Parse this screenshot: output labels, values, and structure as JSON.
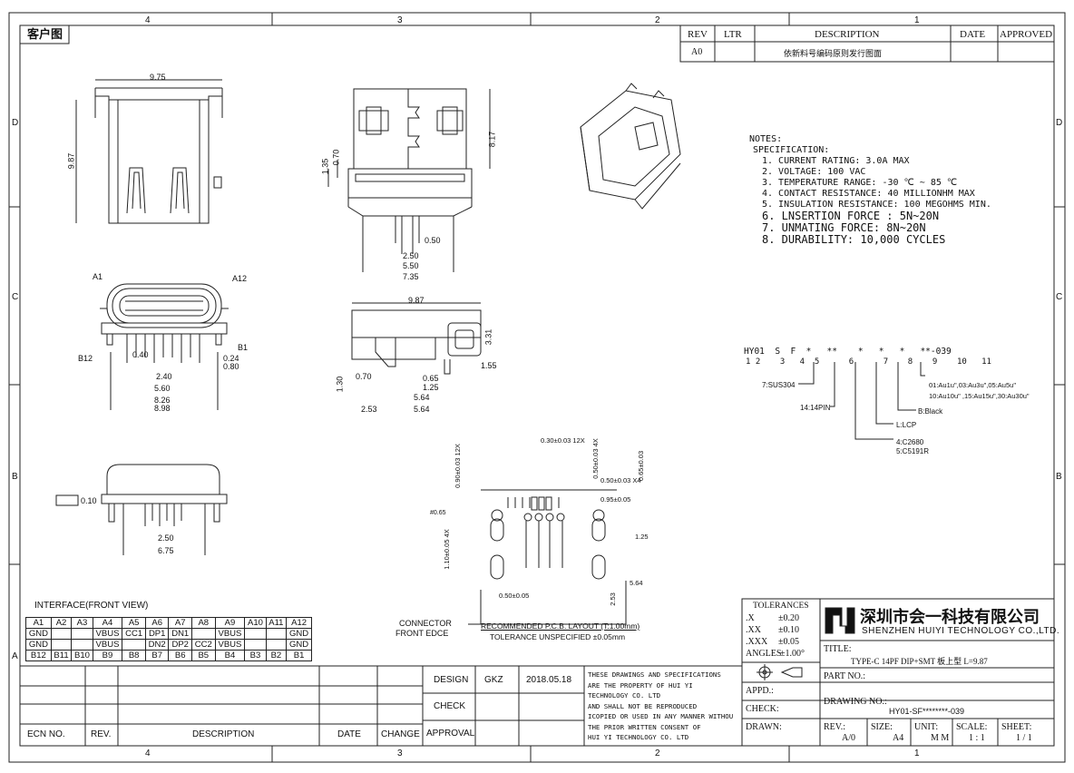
{
  "sheet": {
    "corner_label": "客户图",
    "zone_cols_top": [
      "4",
      "3",
      "2",
      "1"
    ],
    "zone_cols_bottom": [
      "4",
      "3",
      "2",
      "1"
    ],
    "zone_rows": [
      "D",
      "C",
      "B",
      "A"
    ]
  },
  "revision_block": {
    "headers": [
      "REV",
      "LTR",
      "DESCRIPTION",
      "DATE",
      "APPROVED"
    ],
    "rows": [
      [
        "A0",
        "",
        "依新料号编码原则发行图面",
        "",
        ""
      ]
    ]
  },
  "notes": {
    "title": "NOTES:",
    "subtitle": "SPECIFICATION:",
    "items": [
      "1. CURRENT RATING: 3.0A MAX",
      "2. VOLTAGE: 100 VAC",
      "3. TEMPERATURE RANGE: -30 ℃ ~ 85 ℃",
      "4. CONTACT RESISTANCE: 40 MILLIONHM MAX",
      "5. INSULATION RESISTANCE: 100 MEGOHMS MIN.",
      "6. LNSERTION FORCE : 5N~20N",
      "7. UNMATING FORCE: 8N~20N",
      "8. DURABILITY: 10,000 CYCLES"
    ]
  },
  "part_number": {
    "code": "HY01  S  F  *   **    *   *   *   **-039",
    "positions": "1 2    3   4  5      6      7    8    9    10   11",
    "labels": {
      "material": "7:SUS304",
      "pins": "14:14PIN",
      "color": "B:Black",
      "housing": "L:LCP",
      "plating_a": "4:C2680",
      "plating_b": "5:C5191R",
      "gold_a": "01:Au1u\",03:Au3u\",05:Au5u\"",
      "gold_b": "10:Au10u\" ,15:Au15u\",30:Au30u\""
    }
  },
  "dimensions": {
    "top_width": "9.75",
    "top_height": "9.87",
    "side_height": "8.17",
    "side_1": "1.35",
    "side_2": "0.70",
    "pitch": "0.50",
    "w250": "2.50",
    "w550": "5.50",
    "w735": "7.35",
    "front_a1": "A1",
    "front_a12": "A12",
    "front_b12": "B12",
    "front_b1": "B1",
    "f040": "0.40",
    "f024": "0.24",
    "f080": "0.80",
    "f240": "2.40",
    "f560": "5.60",
    "f826": "8.26",
    "f898": "8.98",
    "s987": "9.87",
    "s331": "3.31",
    "s155": "1.55",
    "s130": "1.30",
    "s070": "0.70",
    "s065": "0.65",
    "s125": "1.25",
    "s564a": "5.64",
    "s253": "2.53",
    "s564b": "5.64",
    "b010": "0.10",
    "b250": "2.50",
    "b675": "6.75"
  },
  "pcb_layout": {
    "label_1": "RECOMMENDED  P.C.B. LAYOUT (T:1.00mm)",
    "label_2": "TOLERANCE UNSPECIFIED ±0.05mm",
    "connector_1": "CONNECTOR",
    "connector_2": "FRONT EDCE",
    "d030": "0.30±0.03 12X",
    "d050x4": "0.50±0.03 X4",
    "d095": "0.95±0.05",
    "d050_005": "0.50±0.05",
    "d065": "0.65±0.03",
    "d090": "0.90±0.03 12X",
    "d110": "1.10±0.05 4X",
    "d050_4x": "0.50±0.03 4X",
    "d564": "5.64",
    "d253": "2.53",
    "d125": "1.25",
    "d065hole": "#0.65"
  },
  "interface": {
    "title": "INTERFACE(FRONT  VIEW)",
    "row1": [
      "A1",
      "A2",
      "A3",
      "A4",
      "A5",
      "A6",
      "A7",
      "A8",
      "A9",
      "A10",
      "A11",
      "A12"
    ],
    "row2": [
      "GND",
      "",
      "",
      "VBUS",
      "CC1",
      "DP1",
      "DN1",
      "",
      "VBUS",
      "",
      "",
      "GND"
    ],
    "row3": [
      "GND",
      "",
      "",
      "VBUS",
      "",
      "DN2",
      "DP2",
      "CC2",
      "VBUS",
      "",
      "",
      "GND"
    ],
    "row4": [
      "B12",
      "B11",
      "B10",
      "B9",
      "B8",
      "B7",
      "B6",
      "B5",
      "B4",
      "B3",
      "B2",
      "B1"
    ]
  },
  "change_block": {
    "headers": [
      "ECN  NO.",
      "REV.",
      "DESCRIPTION",
      "DATE",
      "CHANGE"
    ],
    "approval_labels": [
      "DESIGN",
      "CHECK",
      "APPROVAL"
    ],
    "designer": "GKZ",
    "date": "2018.05.18",
    "disclaimer": [
      "THESE DRAWINGS AND SPECIFICATIONS",
      "ARE THE PROPERTY OF HUI YI",
      "TECHNOLOGY  CO. LTD",
      "AND SHALL NOT BE REPRODUCED",
      "ICOPIED OR USED IN ANY MANNER WITHOU",
      "THE PRIOR WRITTEN CONSENT OF",
      "HUI YI  TECHNOLOGY CO. LTD"
    ]
  },
  "title_block": {
    "tol_title": "TOLERANCES",
    "tol_rows": [
      [
        ".X",
        "±0.20"
      ],
      [
        ".XX",
        "±0.10"
      ],
      [
        ".XXX",
        "±0.05"
      ],
      [
        "ANGLES",
        "±1.00°"
      ]
    ],
    "company_cn": "深圳市会一科技有限公司",
    "company_en": "SHENZHEN HUIYI TECHNOLOGY CO.,LTD.",
    "title_label": "TITLE:",
    "title_value": "TYPE-C 14PF DIP+SMT 板上型 L=9.87",
    "appd_label": "APPD.:",
    "part_label": "PART NO.:",
    "check_label": "CHECK:",
    "drawing_label": "DRAWING NO.:",
    "drawing_value": "HY01-SF********-039",
    "drawn_label": "DRAWN:",
    "rev_label": "REV.:",
    "rev_value": "A/0",
    "size_label": "SIZE:",
    "size_value": "A4",
    "unit_label": "UNIT:",
    "unit_value": "M M",
    "scale_label": "SCALE:",
    "scale_value": "1 : 1",
    "sheet_label": "SHEET:",
    "sheet_value": "1 / 1"
  }
}
